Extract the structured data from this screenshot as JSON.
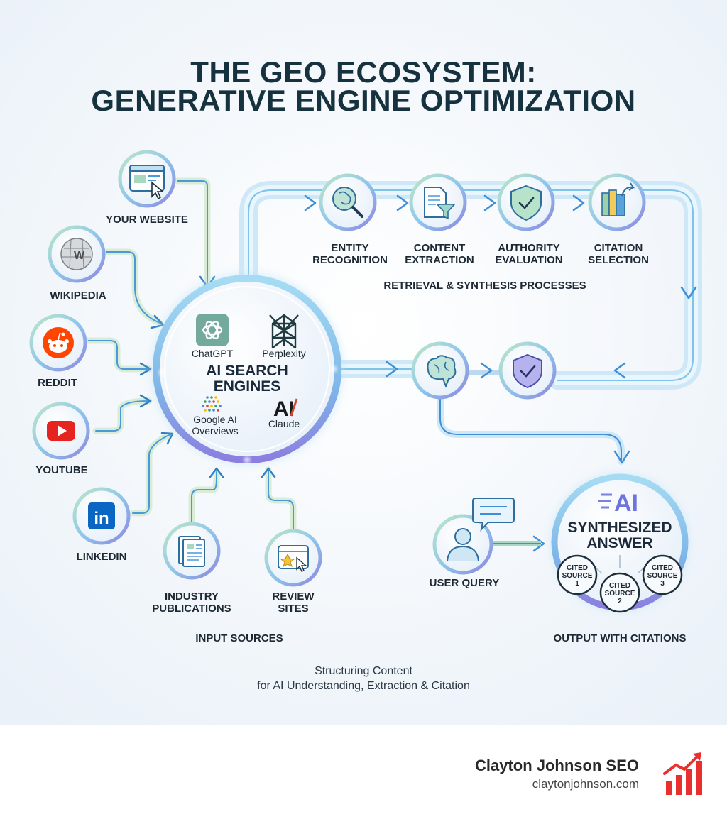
{
  "title": {
    "line1": "THE GEO ECOSYSTEM:",
    "line2": "GENERATIVE ENGINE OPTIMIZATION"
  },
  "inputs": {
    "items": [
      {
        "name": "website-icon",
        "label": "YOUR WEBSITE"
      },
      {
        "name": "wikipedia-icon",
        "label": "WIKIPEDIA"
      },
      {
        "name": "reddit-icon",
        "label": "REDDIT"
      },
      {
        "name": "youtube-icon",
        "label": "YOUTUBE"
      },
      {
        "name": "linkedin-icon",
        "label": "LINKEDIN"
      },
      {
        "name": "publications-icon",
        "label": [
          "INDUSTRY",
          "PUBLICATIONS"
        ]
      },
      {
        "name": "review-icon",
        "label": [
          "REVIEW",
          "SITES"
        ]
      }
    ],
    "caption": "INPUT SOURCES"
  },
  "engine": {
    "heading": [
      "AI SEARCH",
      "ENGINES"
    ],
    "chatgpt": "ChatGPT",
    "perplexity": "Perplexity",
    "google": [
      "Google AI",
      "Overviews"
    ],
    "claude": "Claude",
    "claude_logo": "AI"
  },
  "process": {
    "steps": [
      {
        "name": "brain-search-icon",
        "label": [
          "ENTITY",
          "RECOGNITION"
        ]
      },
      {
        "name": "document-filter-icon",
        "label": [
          "CONTENT",
          "EXTRACTION"
        ]
      },
      {
        "name": "shield-check-icon",
        "label": [
          "AUTHORITY",
          "EVALUATION"
        ]
      },
      {
        "name": "books-arrow-icon",
        "label": [
          "CITATION",
          "SELECTION"
        ]
      }
    ],
    "caption": "RETRIEVAL & SYNTHESIS PROCESSES"
  },
  "output": {
    "user_query": "USER QUERY",
    "answer": [
      "SYNTHESIZED",
      "ANSWER"
    ],
    "logo_text": "AI",
    "sources": [
      [
        "CITED",
        "SOURCE",
        "1"
      ],
      [
        "CITED",
        "SOURCE",
        "2"
      ],
      [
        "CITED",
        "SOURCE",
        "3"
      ]
    ],
    "caption": "OUTPUT WITH CITATIONS"
  },
  "subtitle": {
    "line1": "Structuring Content",
    "line2": "for AI Understanding, Extraction & Citation"
  },
  "footer": {
    "brand": "Clayton Johnson SEO",
    "url": "claytonjohnson.com"
  },
  "colors": {
    "accent_blue": "#3f8fd6",
    "flow_light": "#cfe8f7",
    "reddit": "#ff4500",
    "youtube": "#e52420",
    "linkedin": "#0a66c2",
    "logo_red": "#e8312f",
    "title": "#17323f"
  }
}
